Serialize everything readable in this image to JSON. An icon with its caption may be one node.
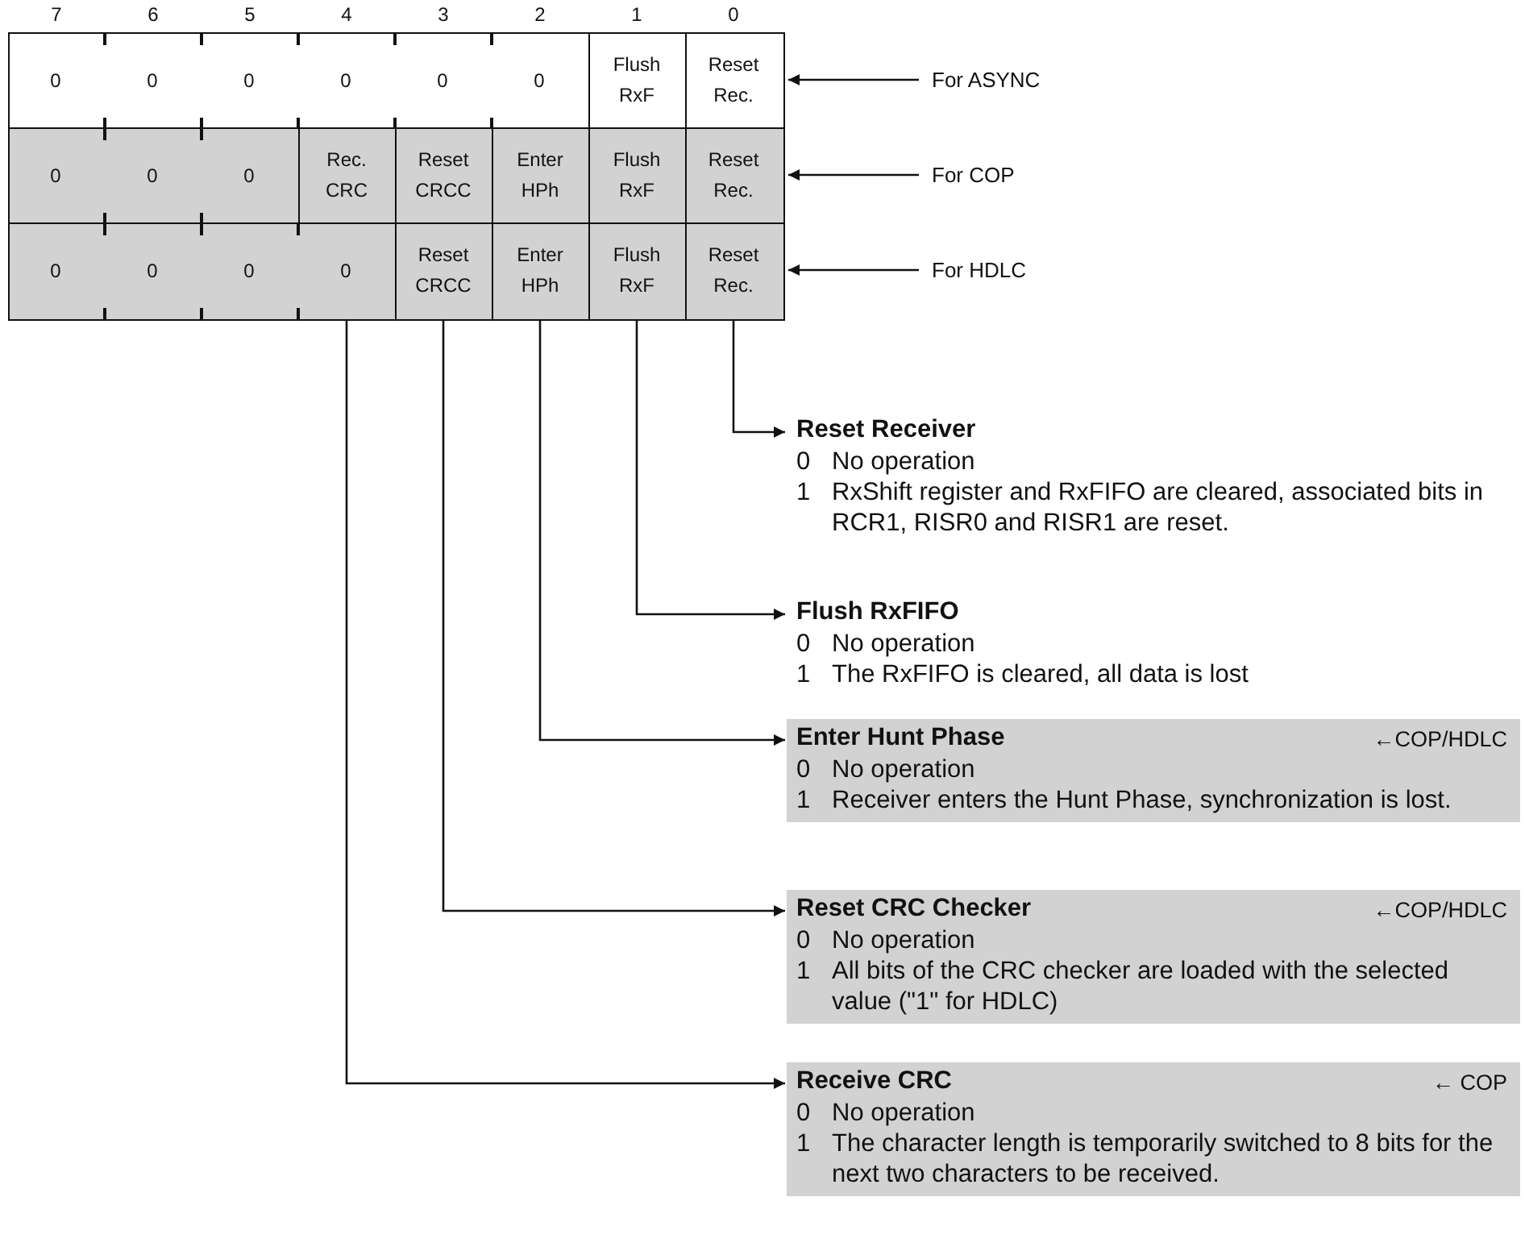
{
  "diagram": {
    "nodes": [
      {
        "text": [
          "0",
          "0",
          "0",
          "0",
          "0",
          "0",
          "Flush RxF",
          "Reset Rec."
        ]
      },
      {
        "text": [
          "0",
          "0",
          "0",
          "Rec. CRC",
          "Reset CRCC",
          "Enter HPh",
          "Flush RxF",
          "Reset Rec."
        ]
      },
      {
        "text": [
          "0",
          "0",
          "0",
          "0",
          "Reset CRCC",
          "Enter HPh",
          "Flush RxF",
          "Reset Rec."
        ]
      },
      {
        "text": [
          "For ASYNC"
        ]
      },
      {
        "text": [
          "For COP"
        ]
      },
      {
        "text": [
          "For HDLC"
        ]
      },
      {
        "text": [
          "Reset Receiver",
          "0 No operation",
          "1 RxShift register and RxFIFO are cleared, associated bits in RCR1, RISR0 and RISR1 are reset."
        ]
      },
      {
        "text": [
          "Flush RxFIFO",
          "0 No operation",
          "1 The RxFIFO is cleared, all data is lost"
        ]
      },
      {
        "text": [
          "Enter Hunt Phase",
          "←COP/HDLC",
          "0 No operation",
          "1 Receiver enters the Hunt Phase, synchronization is lost."
        ]
      },
      {
        "text": [
          "Reset CRC Checker",
          "←COP/HDLC",
          "0 No operation",
          "1 All bits of the CRC checker are loaded with the selected value (\"1\" for HDLC)"
        ]
      },
      {
        "text": [
          "Receive CRC",
          "← COP",
          "0 No operation",
          "1 The character length is temporarily switched to 8 bits for the next two characters to be received."
        ]
      }
    ],
    "edges": [
      {
        "from": 3,
        "to": 0,
        "arrow": "to"
      },
      {
        "from": 4,
        "to": 1,
        "arrow": "to"
      },
      {
        "from": 5,
        "to": 2,
        "arrow": "to"
      },
      {
        "from": 2,
        "to": 6,
        "arrow": "to"
      },
      {
        "from": 2,
        "to": 7,
        "arrow": "to"
      },
      {
        "from": 2,
        "to": 8,
        "arrow": "to"
      },
      {
        "from": 2,
        "to": 9,
        "arrow": "to"
      },
      {
        "from": 2,
        "to": 10,
        "arrow": "to"
      }
    ],
    "labels": [
      "7",
      "6",
      "5",
      "4",
      "3",
      "2",
      "1",
      "0"
    ]
  }
}
